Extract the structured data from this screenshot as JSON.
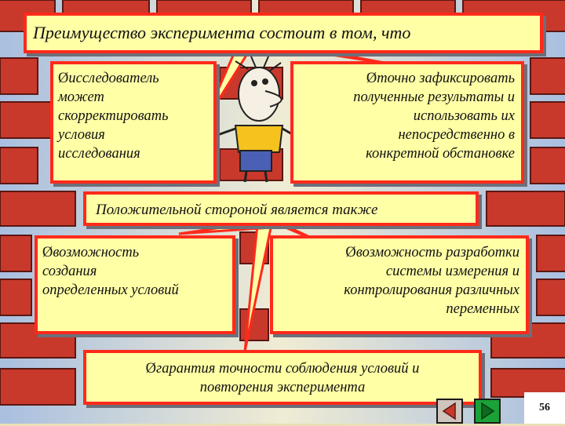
{
  "slide": {
    "title": "Преимущество эксперимента состоит в том, что",
    "left_top": [
      "исследователь",
      "может",
      "скорректировать",
      "условия",
      "исследования"
    ],
    "right_top": [
      "точно зафиксировать",
      "полученные результаты и",
      "использовать их",
      "непосредственно в",
      "конкретной обстановке"
    ],
    "middle": "Положительной стороной является также",
    "left_bottom": [
      "возможность",
      "создания",
      "определенных условий"
    ],
    "right_bottom": [
      "возможность разработки",
      "системы измерения и",
      "контролирования различных",
      "переменных"
    ],
    "bottom": [
      "гарантия точности соблюдения условий и",
      "повторения эксперимента"
    ],
    "bullet": "Ø",
    "page_number": "56"
  },
  "colors": {
    "box_fill": "#ffffa6",
    "box_border": "#ff2a1a",
    "brick": "#c8392c",
    "nav_prev": "#cfc5bd",
    "nav_next": "#1aa238"
  },
  "icons": {
    "prev": "arrow-left-icon",
    "next": "arrow-right-icon",
    "character": "cartoon-man-icon"
  }
}
